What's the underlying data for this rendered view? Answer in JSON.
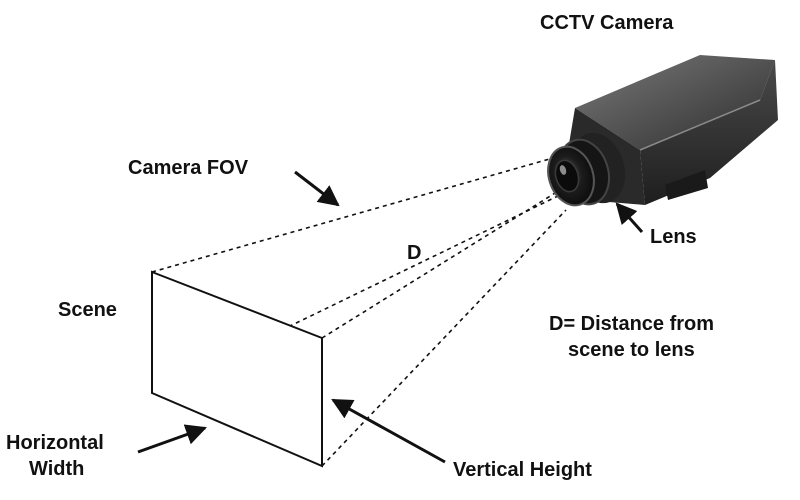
{
  "labels": {
    "camera": "CCTV Camera",
    "fov": "Camera FOV",
    "distance": "D",
    "lens": "Lens",
    "scene": "Scene",
    "definition_line1": "D= Distance from",
    "definition_line2": "scene to lens",
    "horizontal_line1": "Horizontal",
    "horizontal_line2": "Width",
    "vertical": "Vertical Height"
  },
  "colors": {
    "ink": "#111111",
    "camera_body": "#3d3d3d",
    "camera_top": "#6b6b6b",
    "lens": "#1b1b1b"
  }
}
